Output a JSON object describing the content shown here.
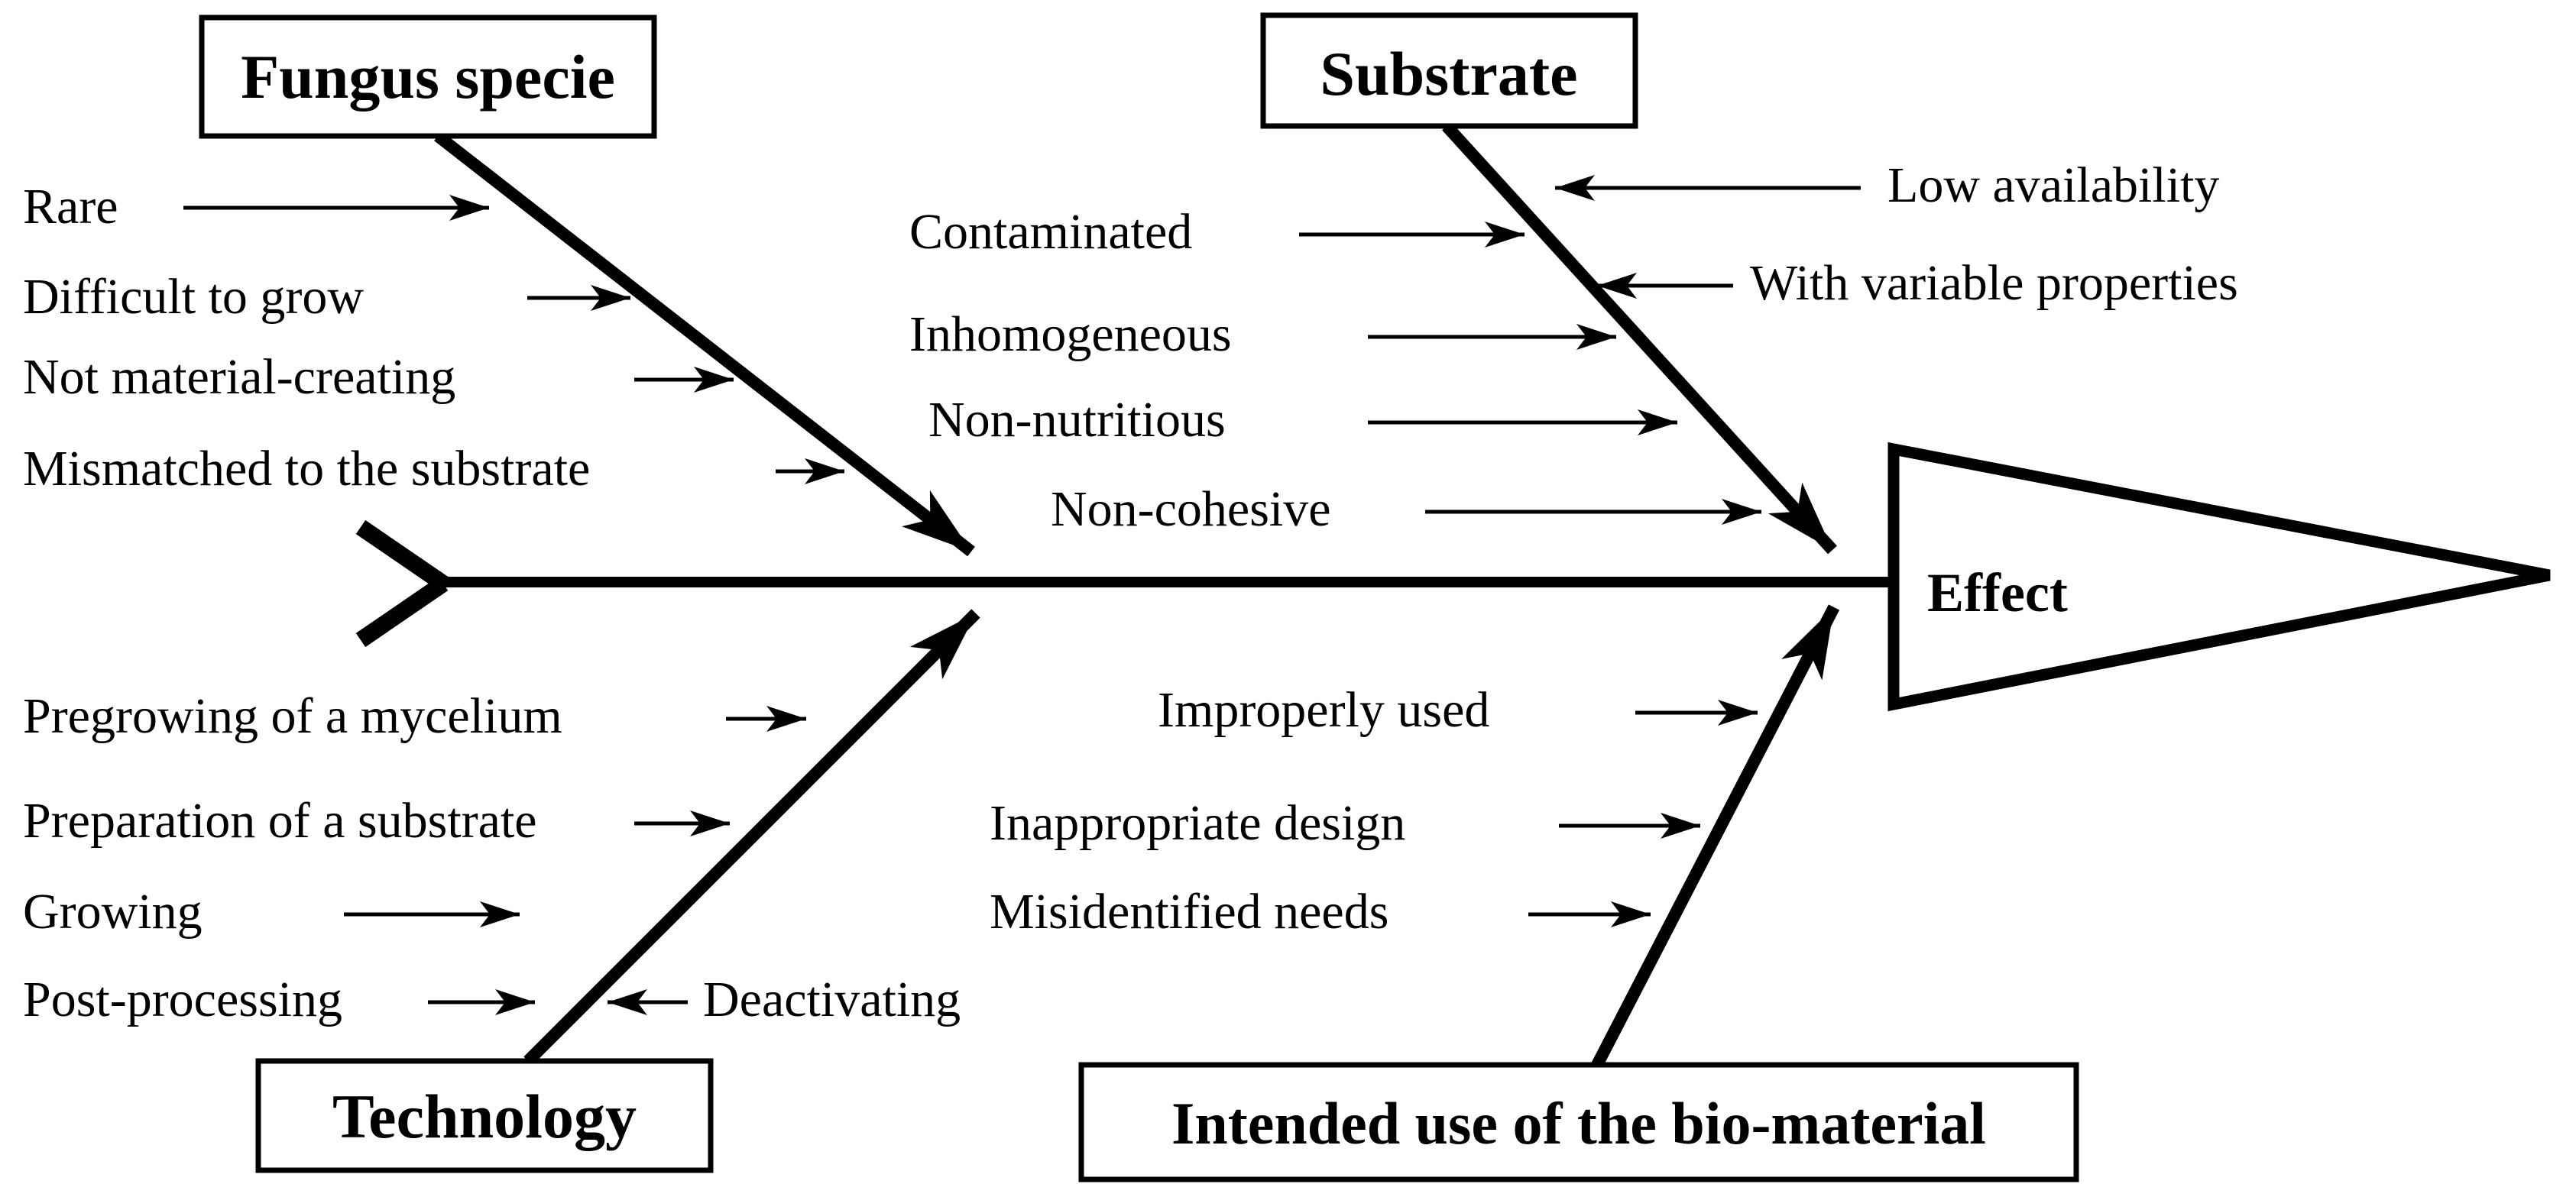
{
  "fishbone": {
    "effect_label": "Effect",
    "colors": {
      "ink": "#000000",
      "background": "#ffffff"
    },
    "categories": {
      "fungus": {
        "label": "Fungus specie",
        "causes": [
          "Rare",
          "Difficult to grow",
          "Not material-creating",
          "Mismatched to the substrate"
        ]
      },
      "substrate": {
        "label": "Substrate",
        "causes_left": [
          "Contaminated",
          "Inhomogeneous",
          "Non-nutritious",
          "Non-cohesive"
        ],
        "causes_right": [
          "Low availability",
          "With variable properties"
        ]
      },
      "technology": {
        "label": "Technology",
        "causes_left": [
          "Pregrowing of a mycelium",
          "Preparation of a substrate",
          "Growing",
          "Post-processing"
        ],
        "causes_right": [
          "Deactivating"
        ]
      },
      "intended_use": {
        "label": "Intended use of the bio-material",
        "causes_left": [
          "Improperly used",
          "Inappropriate design",
          "Misidentified needs"
        ]
      }
    }
  }
}
